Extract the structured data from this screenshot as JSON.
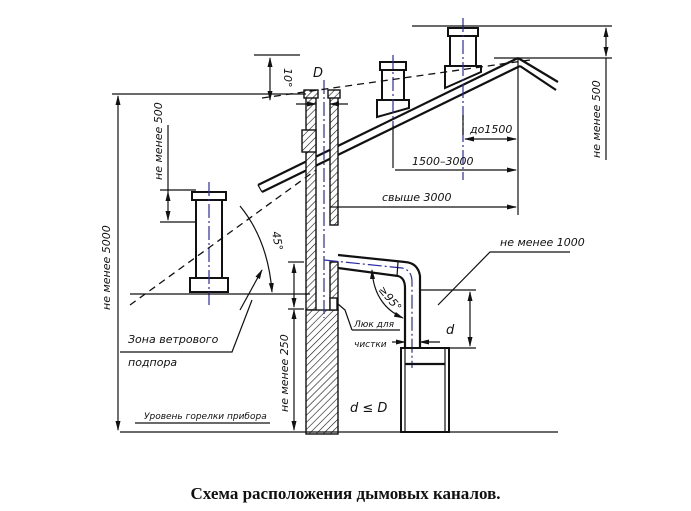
{
  "caption": "Схема расположения дымовых каналов.",
  "labels": {
    "diameter_D": "D",
    "angle_10": "10°",
    "to_1500": "до1500",
    "range_1500_3000": "1500–3000",
    "over_3000": "свыше 3000",
    "min_500_right": "не менее 500",
    "min_500_left": "не менее 500",
    "min_5000": "не менее 5000",
    "angle_45": "45°",
    "angle_ge_95": "≥95°",
    "min_1000": "не менее 1000",
    "diameter_d": "d",
    "cleanout_line1": "Люк для",
    "cleanout_line2": "чистки",
    "wind_zone_line1": "Зона ветрового",
    "wind_zone_line2": "подпора",
    "min_250": "не менее 250",
    "burner_level": "Уровень горелки прибора",
    "d_le_D": "d ≤ D"
  }
}
